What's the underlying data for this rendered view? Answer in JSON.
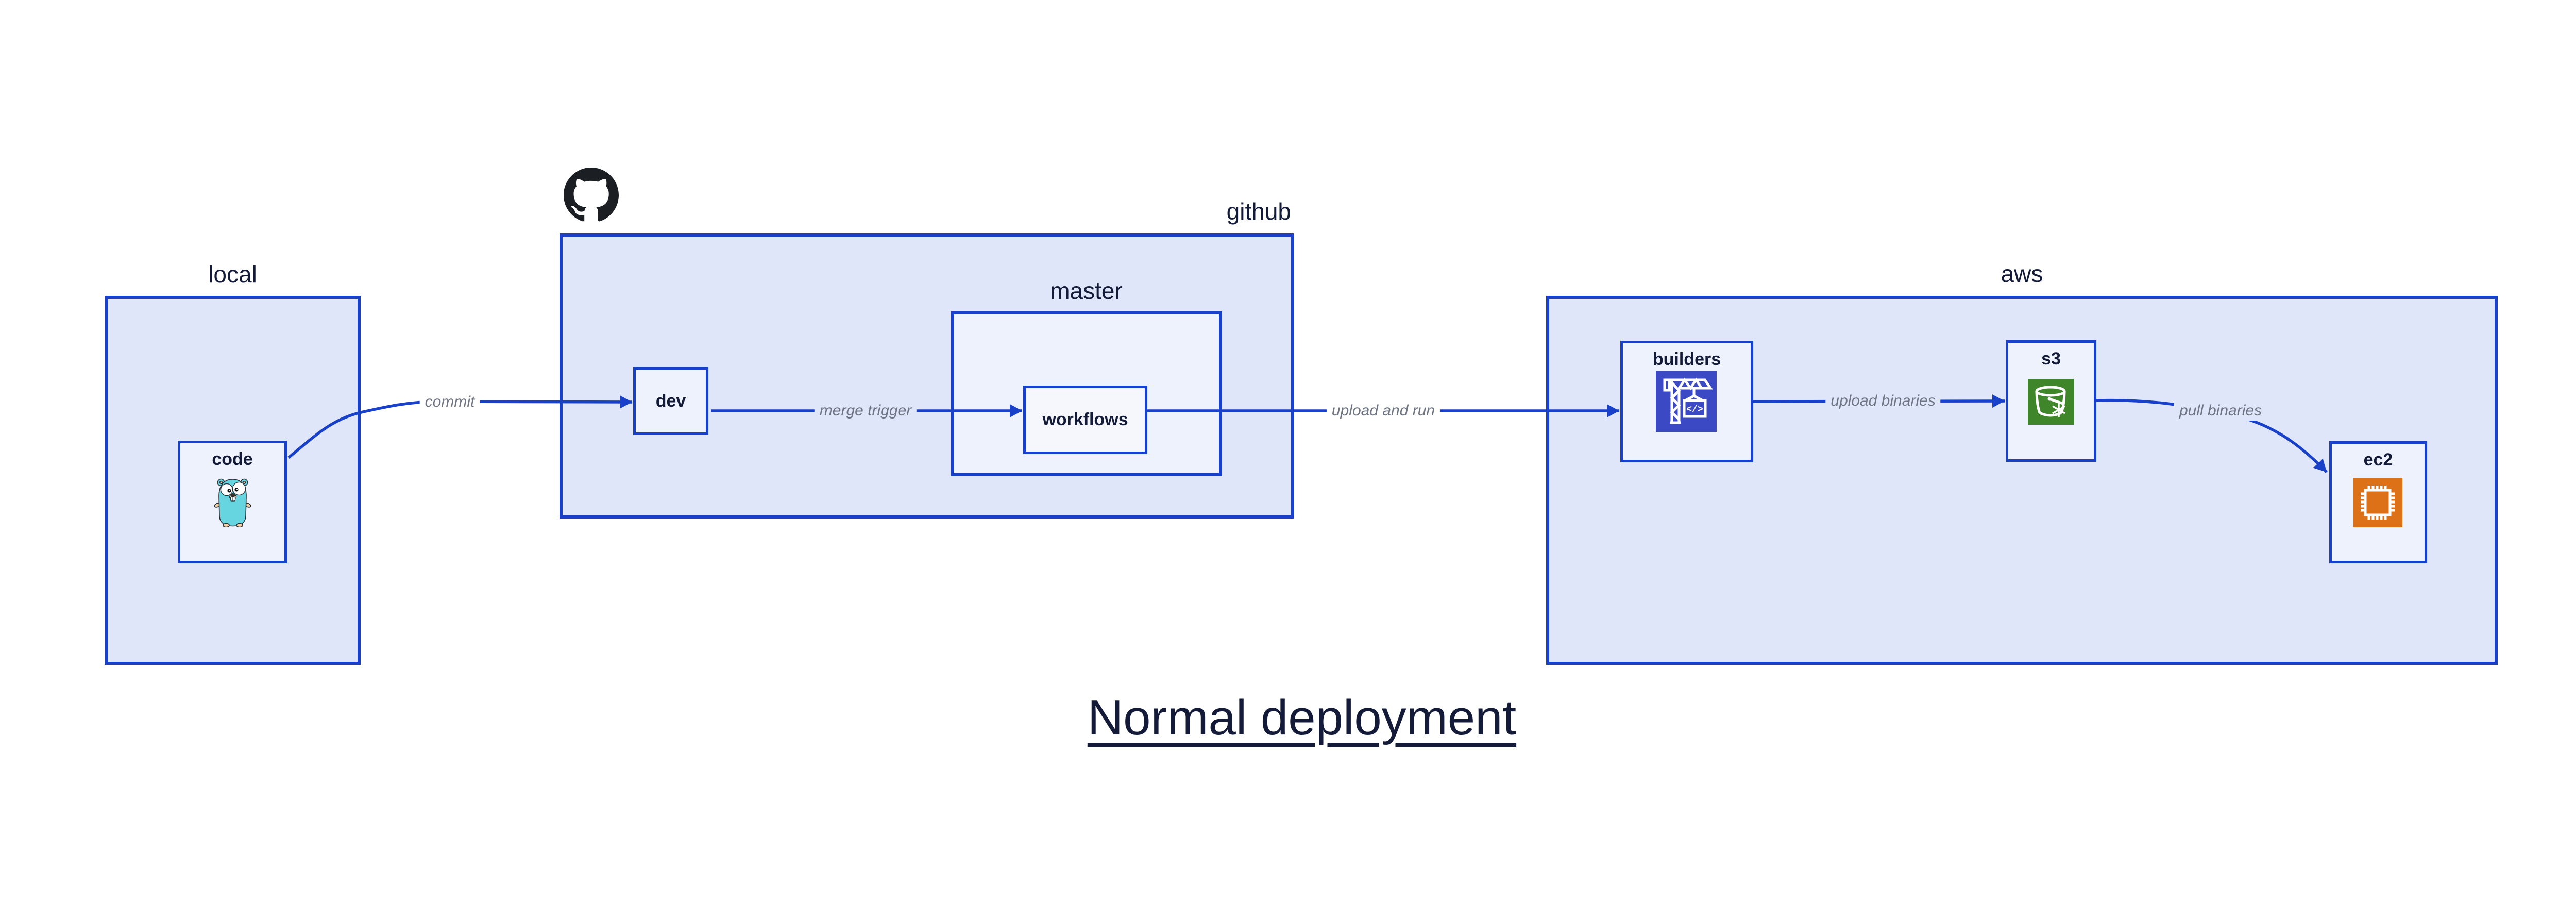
{
  "title": {
    "text": "Normal deployment"
  },
  "colors": {
    "accent": "#1840c8",
    "container_fill": "#dfe6fa",
    "node_fill": "#eef2fc",
    "inner_fill": "#f5f7fd",
    "label_dark": "#131b38",
    "edge_label_color": "#6e7482",
    "github_black": "#1b1f23",
    "builders_icon_bg": "#3c49c5",
    "s3_icon_bg": "#3e8629",
    "ec2_icon_bg": "#dd7118",
    "gopher_teal": "#66d5e0",
    "gopher_accent": "#f1d0a5"
  },
  "containers": {
    "local": {
      "label": "local"
    },
    "github": {
      "label": "github"
    },
    "master": {
      "label": "master"
    },
    "aws": {
      "label": "aws"
    }
  },
  "nodes": {
    "code": {
      "label": "code"
    },
    "dev": {
      "label": "dev"
    },
    "workflows": {
      "label": "workflows"
    },
    "builders": {
      "label": "builders",
      "glyph": "</>"
    },
    "s3": {
      "label": "s3"
    },
    "ec2": {
      "label": "ec2"
    }
  },
  "edges": {
    "commit": {
      "label": "commit"
    },
    "merge_trigger": {
      "label": "merge trigger"
    },
    "upload_and_run": {
      "label": "upload and run"
    },
    "upload_binaries": {
      "label": "upload binaries"
    },
    "pull_binaries": {
      "label": "pull binaries"
    }
  },
  "icons": {
    "github_logo": "github-octocat",
    "code": "go-gopher",
    "builders": "aws-codebuild-crane",
    "s3": "aws-s3-bucket-snowflake",
    "ec2": "aws-ec2-chip"
  }
}
